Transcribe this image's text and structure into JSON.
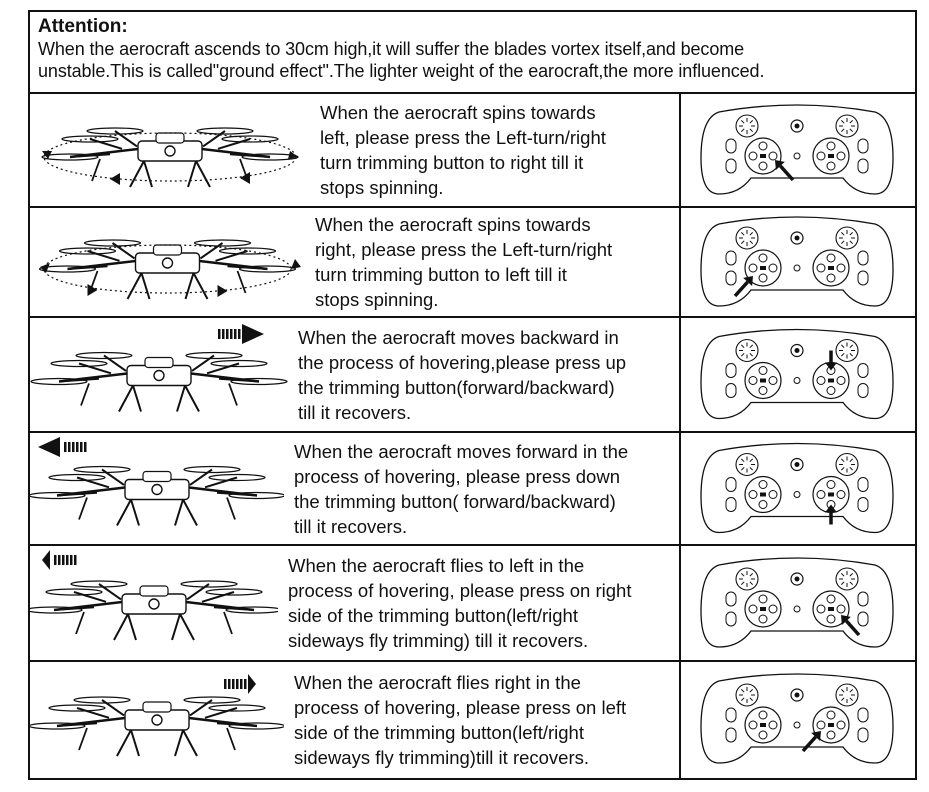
{
  "attention": {
    "title": "Attention:",
    "line1": "When the aerocraft ascends to 30cm high,it will suffer the blades vortex itself,and become",
    "line2": "unstable.This is called\"ground effect\".The lighter weight of the earocraft,the more influenced."
  },
  "rows": [
    {
      "lines": [
        "When the aerocraft spins towards",
        "left, please press the Left-turn/right",
        "turn trimming button to right till it",
        "stops spinning."
      ],
      "drone_motion": "spin-left",
      "pressed_button": "left-pad-right"
    },
    {
      "lines": [
        "When the aerocraft spins towards",
        "right, please press the Left-turn/right",
        "turn trimming button to left till it",
        "stops spinning."
      ],
      "drone_motion": "spin-right",
      "pressed_button": "left-pad-left"
    },
    {
      "lines": [
        "When the aerocraft moves backward in",
        "the process of hovering,please press up",
        "the trimming button(forward/backward)",
        "till it recovers."
      ],
      "drone_motion": "move-right",
      "pressed_button": "right-pad-up"
    },
    {
      "lines": [
        "When the aerocraft moves forward in the",
        "process of hovering, please press down",
        "the trimming button( forward/backward)",
        "till it recovers."
      ],
      "drone_motion": "move-left",
      "pressed_button": "right-pad-down"
    },
    {
      "lines": [
        "When the aerocraft flies to left in the",
        "process of hovering, please press on right",
        "side of the trimming button(left/right",
        "sideways fly trimming) till it recovers."
      ],
      "drone_motion": "fly-left",
      "pressed_button": "right-pad-right"
    },
    {
      "lines": [
        "When the aerocraft flies right in the",
        "process of hovering, please press on left",
        "side of the trimming button(left/right",
        "sideways fly trimming)till it recovers."
      ],
      "drone_motion": "fly-right",
      "pressed_button": "right-pad-left"
    }
  ]
}
